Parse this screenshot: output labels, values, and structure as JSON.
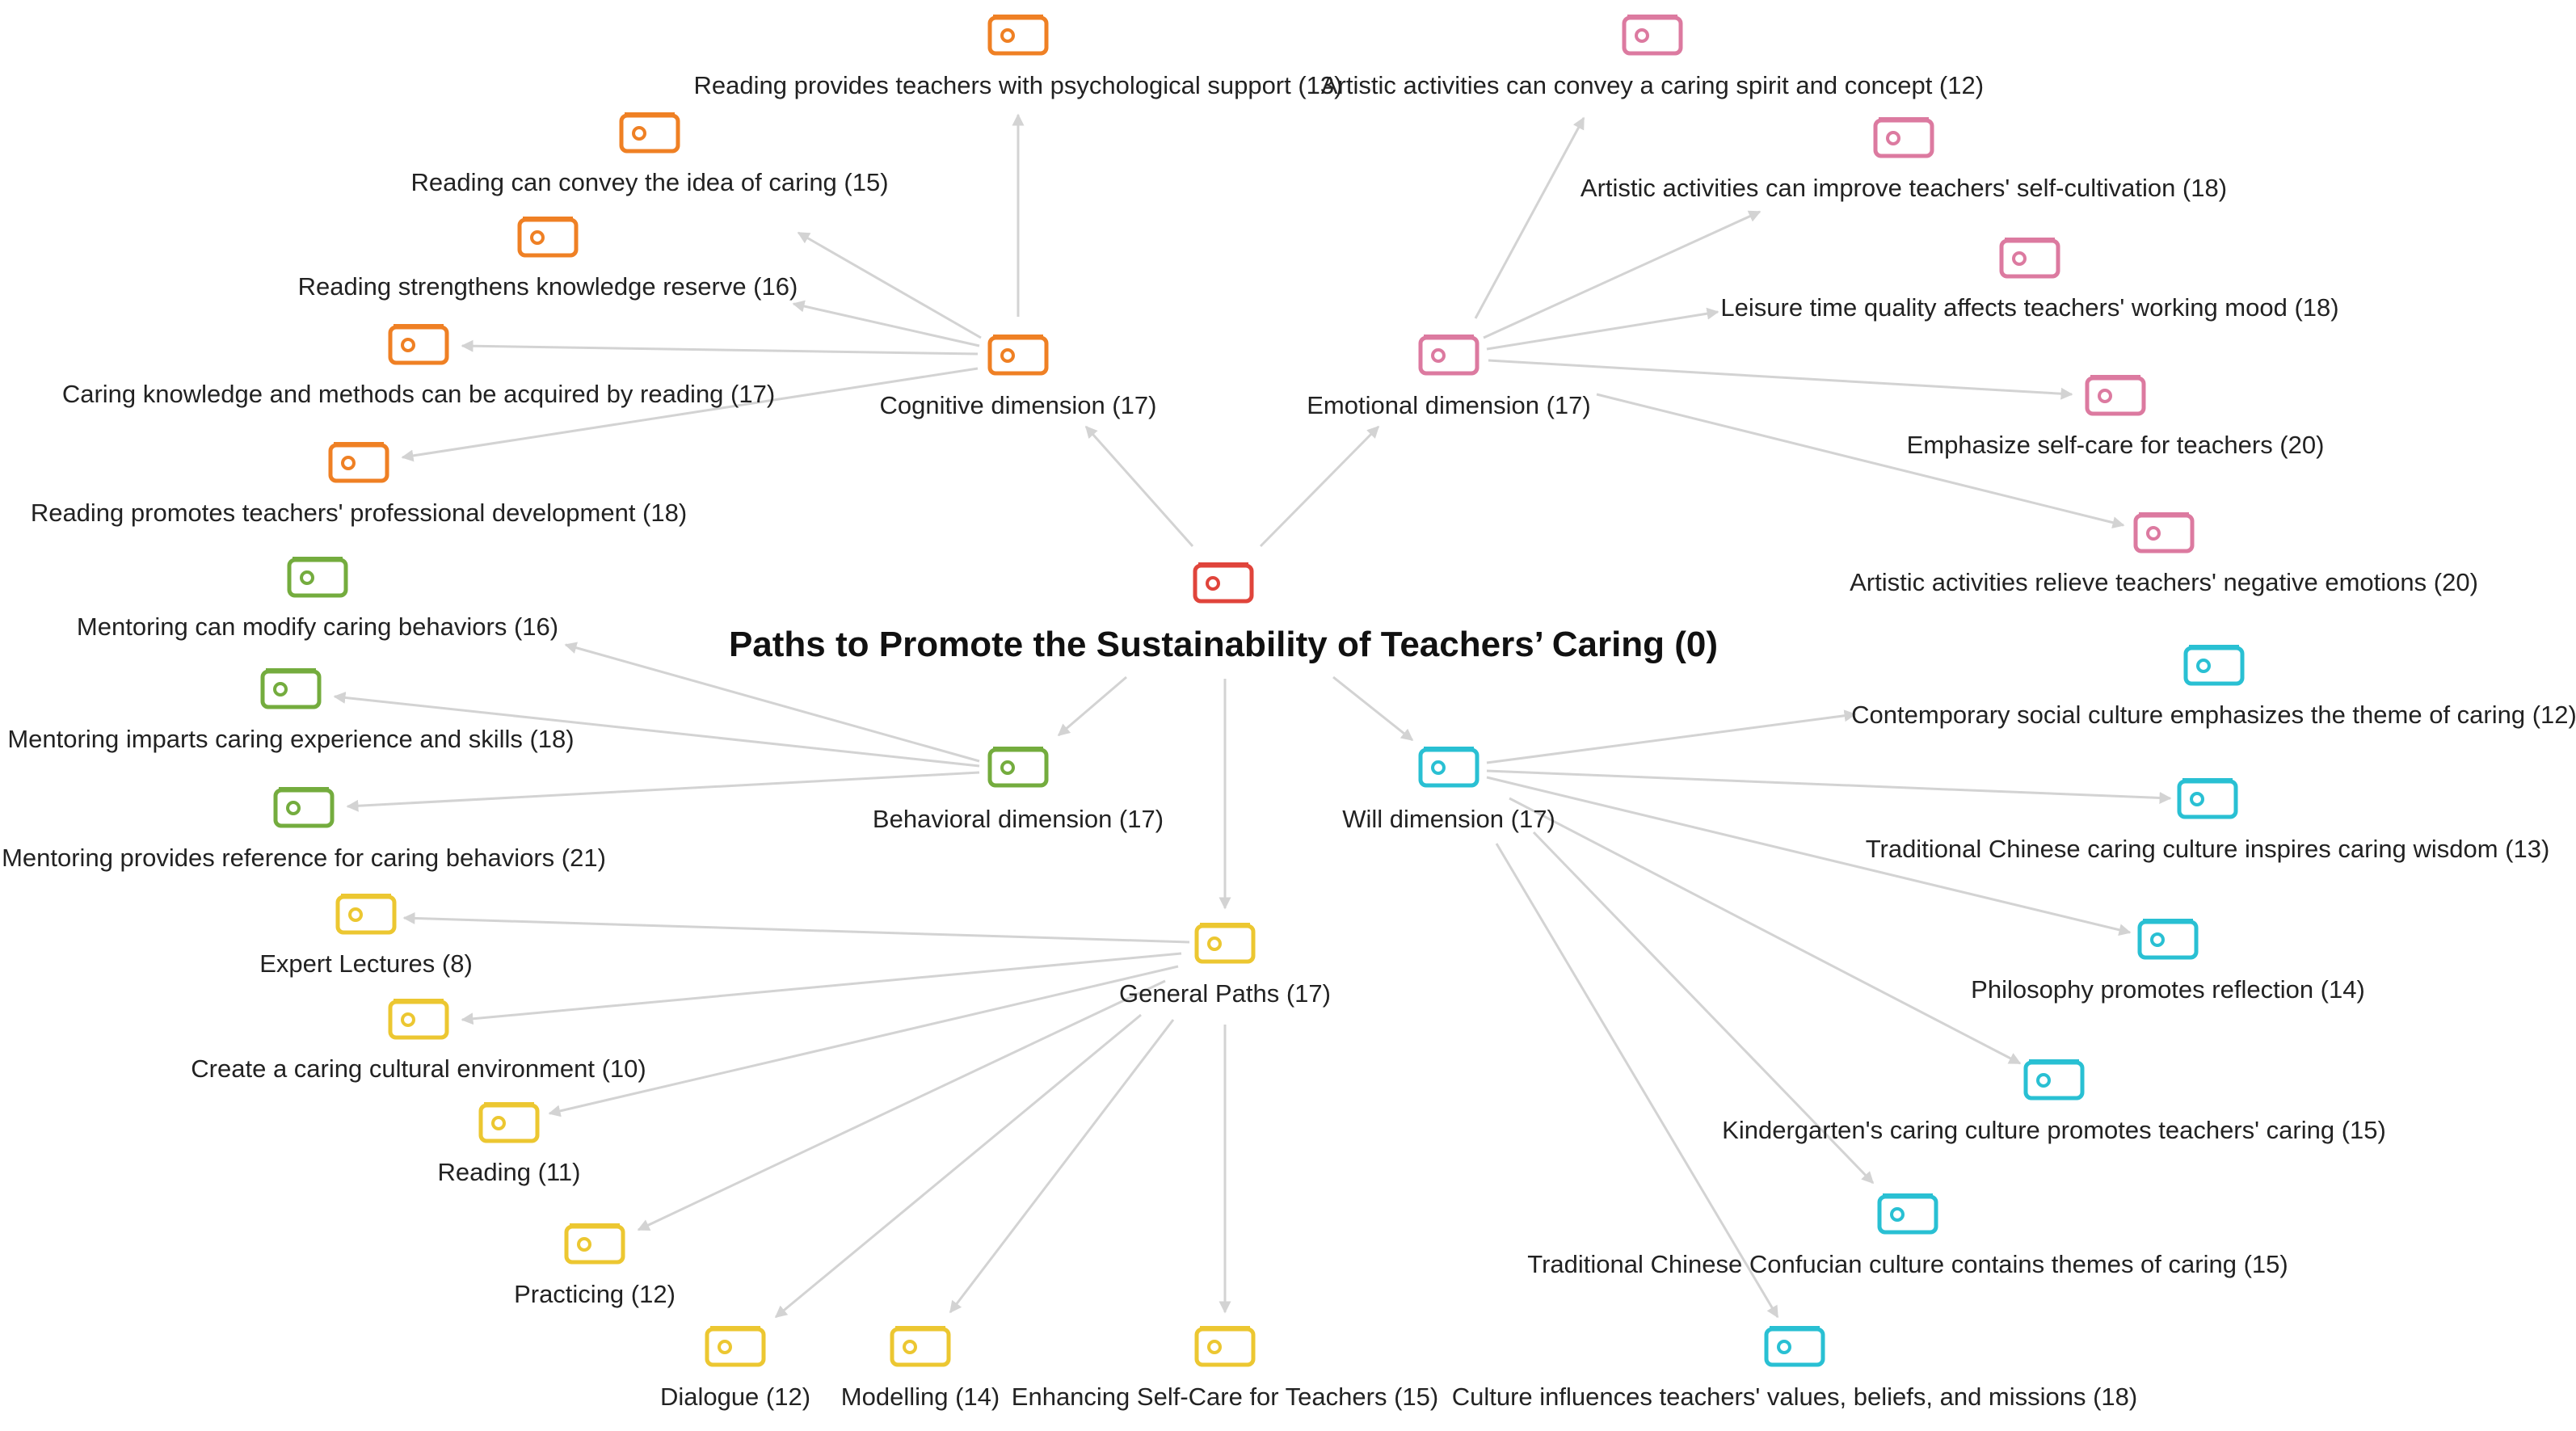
{
  "colors": {
    "root": "#e0443b",
    "cognitive": "#ef8024",
    "emotional": "#dc7aa0",
    "behavioral": "#74ac3e",
    "will": "#29c0d3",
    "general": "#ecc731",
    "edge": "#d3d3d3"
  },
  "icon_name": "tag-node-icon",
  "root": {
    "label": "Paths to Promote the Sustainability of Teachers’ Caring (0)"
  },
  "dimensions": {
    "cognitive": "Cognitive dimension (17)",
    "emotional": "Emotional dimension (17)",
    "behavioral": "Behavioral dimension (17)",
    "will": "Will dimension (17)",
    "general": "General Paths (17)"
  },
  "cognitive_items": [
    "Reading provides teachers with psychological support (13)",
    "Reading can convey the idea of caring (15)",
    "Reading strengthens knowledge reserve (16)",
    "Caring knowledge and methods can be acquired by reading (17)",
    "Reading promotes teachers' professional development (18)"
  ],
  "emotional_items": [
    "Artistic activities can convey a caring spirit and concept (12)",
    "Artistic activities can improve teachers' self-cultivation (18)",
    "Leisure time quality affects teachers' working mood (18)",
    "Emphasize self-care for teachers (20)",
    "Artistic activities relieve teachers' negative emotions (20)"
  ],
  "behavioral_items": [
    "Mentoring can modify caring behaviors (16)",
    "Mentoring imparts caring experience and skills (18)",
    "Mentoring provides reference for caring behaviors (21)"
  ],
  "will_items": [
    "Contemporary social culture emphasizes the theme of caring (12)",
    "Traditional Chinese caring culture inspires caring wisdom (13)",
    "Philosophy promotes reflection (14)",
    "Kindergarten's caring culture promotes teachers' caring (15)",
    "Traditional Chinese Confucian culture contains themes of caring (15)",
    "Culture influences teachers' values, beliefs, and missions (18)"
  ],
  "general_items": [
    "Expert Lectures (8)",
    "Create a caring cultural environment (10)",
    "Reading (11)",
    "Practicing (12)",
    "Dialogue (12)",
    "Modelling (14)",
    "Enhancing Self-Care for Teachers (15)"
  ]
}
